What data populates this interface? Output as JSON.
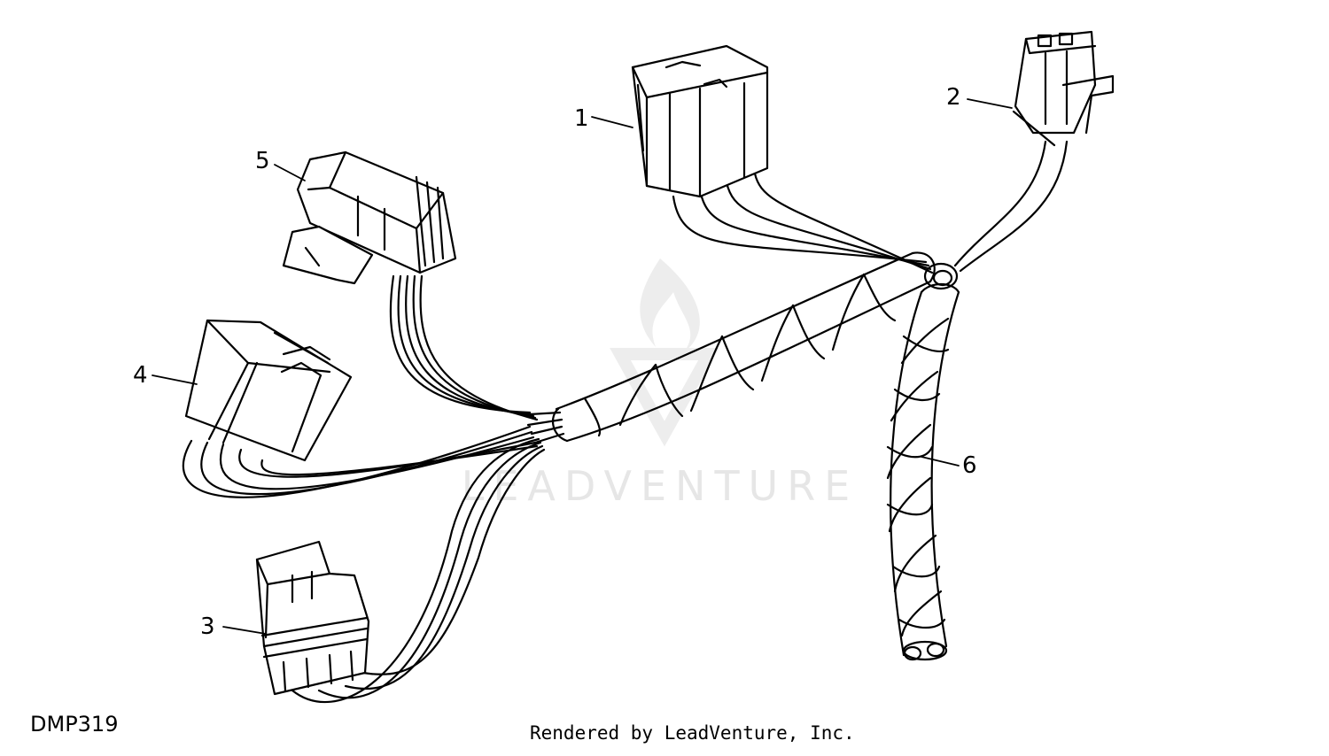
{
  "diagram": {
    "callouts": [
      "1",
      "2",
      "3",
      "4",
      "5",
      "6"
    ],
    "drawing_code": "DMP319",
    "credit": "Rendered by LeadVenture, Inc.",
    "watermark": "LEADVENTURE"
  },
  "colors": {
    "line": "#000000",
    "watermark": "#e6e6e6",
    "background": "#ffffff"
  }
}
